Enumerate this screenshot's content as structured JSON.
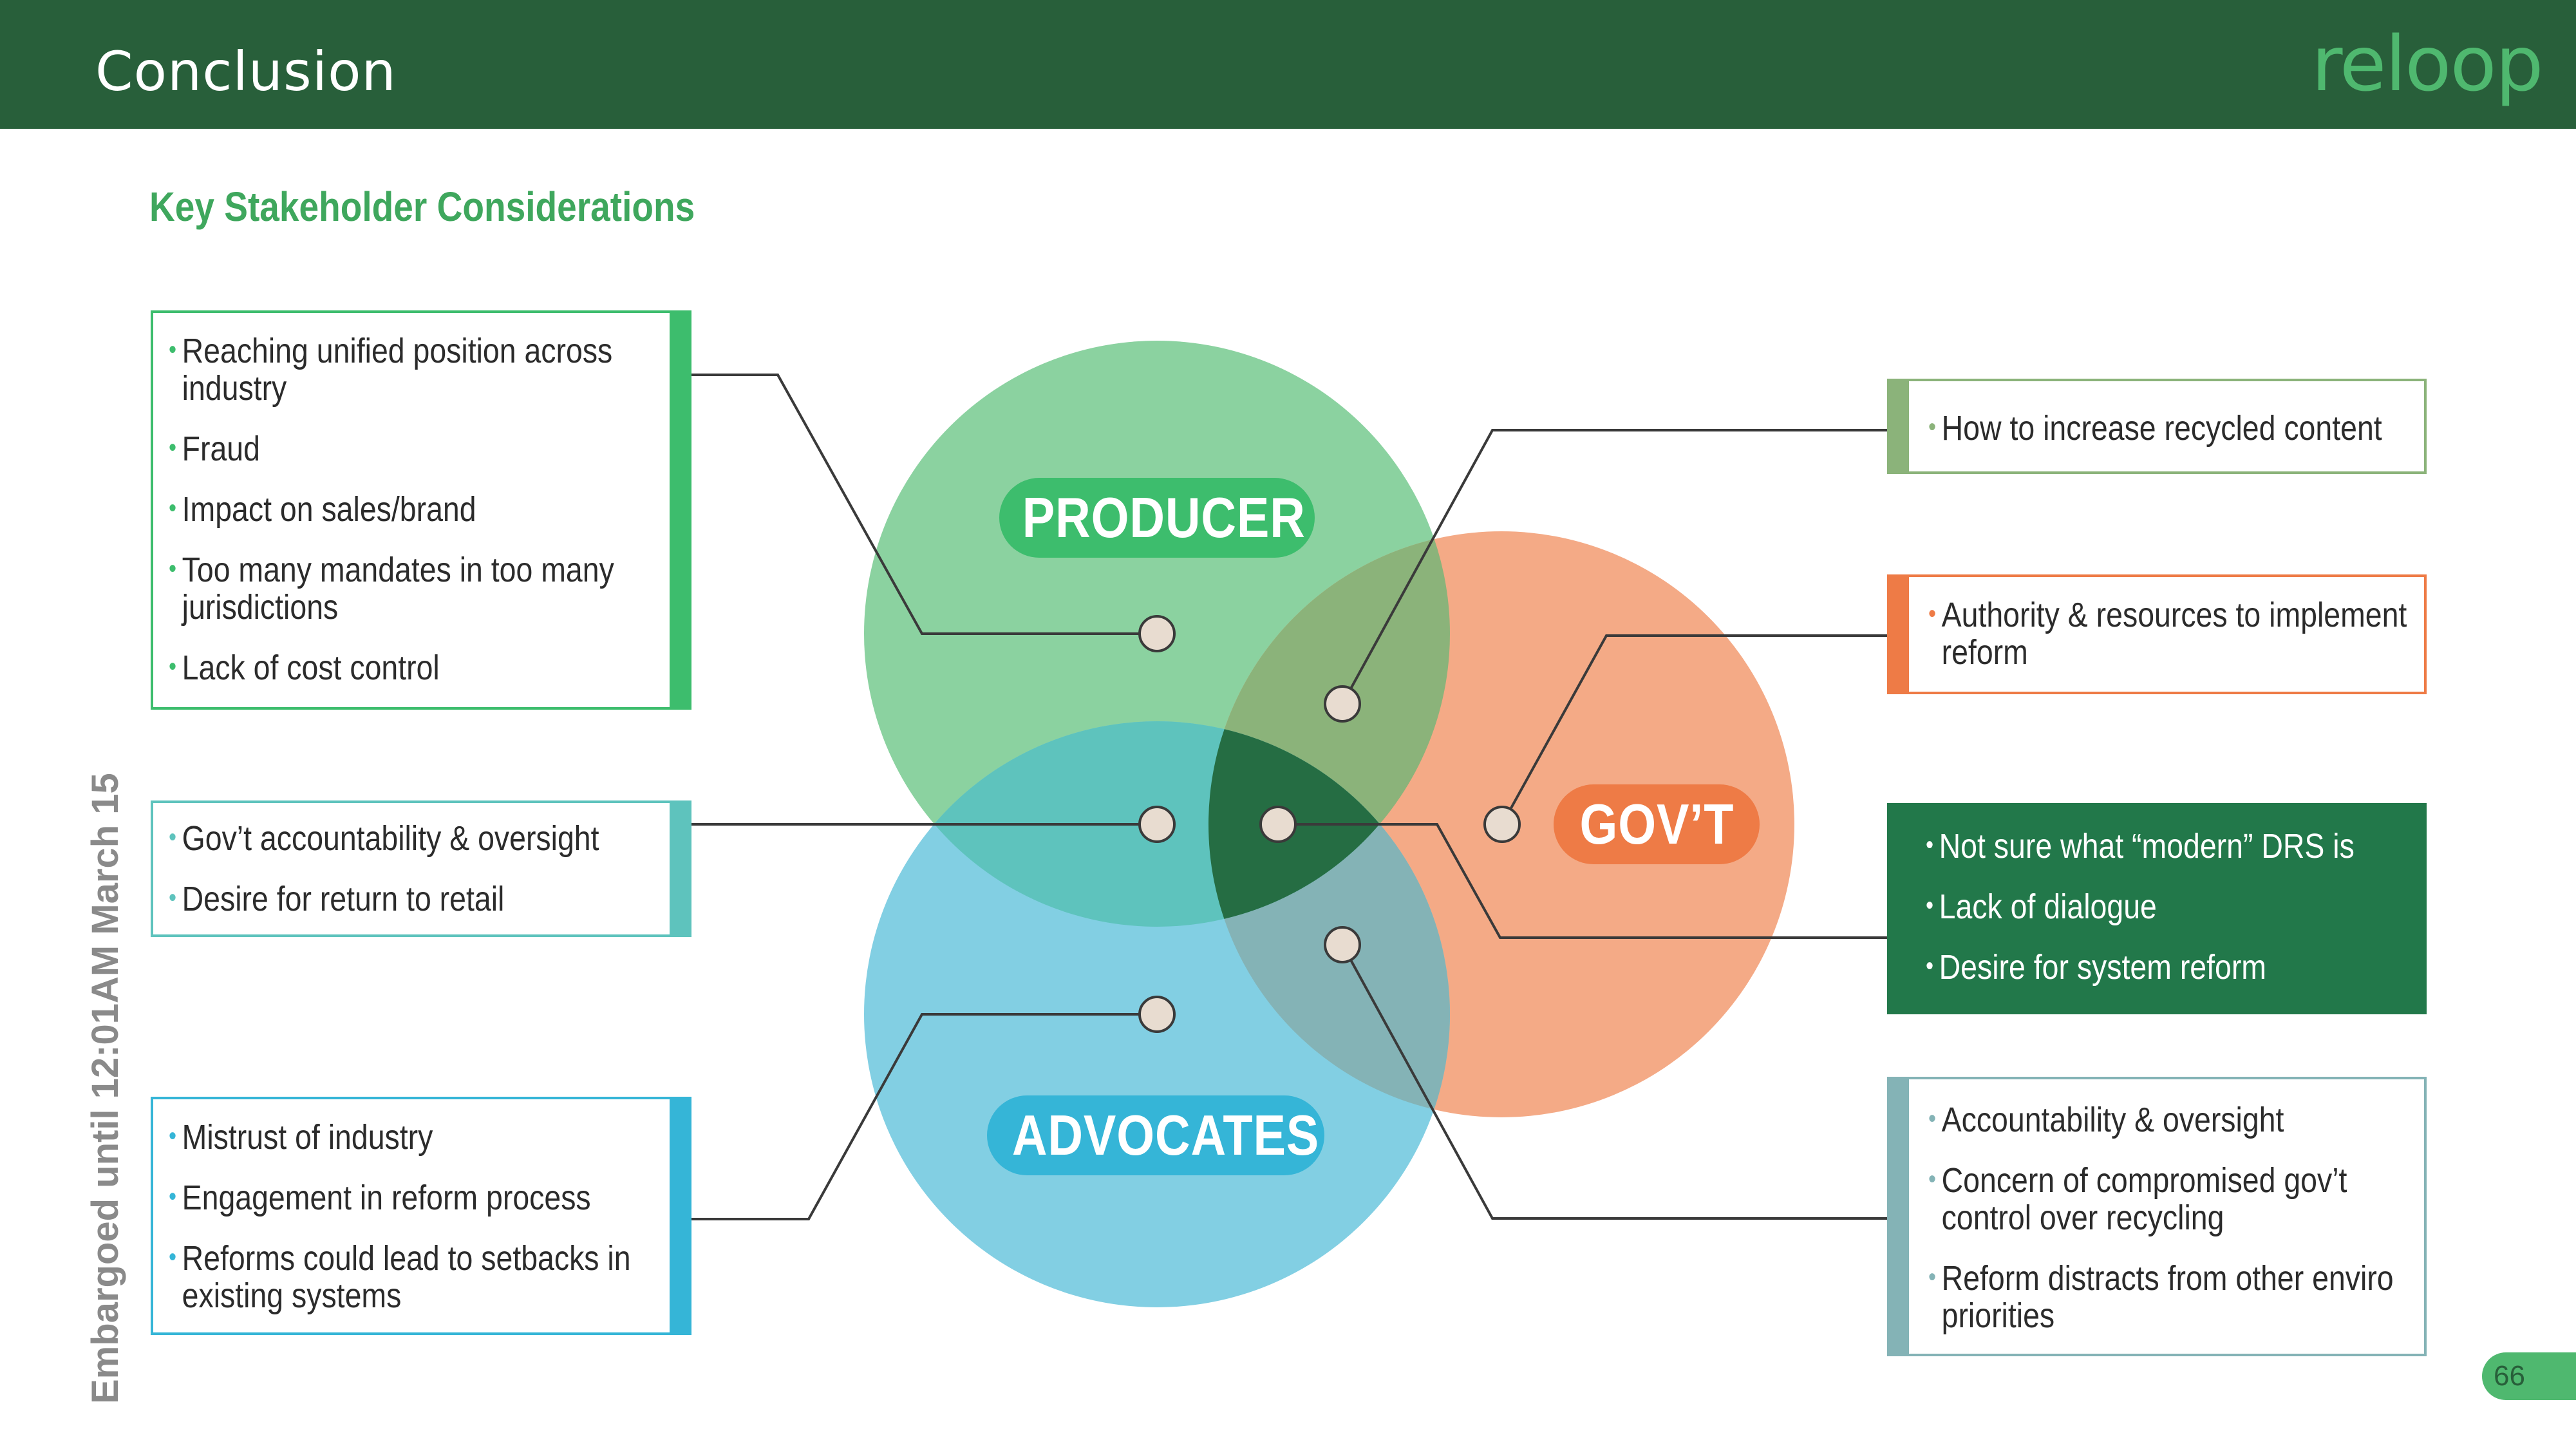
{
  "header": {
    "title": "Conclusion",
    "logo": "reloop"
  },
  "section_title": "Key Stakeholder Considerations",
  "circles": {
    "producer": {
      "label": "PRODUCER",
      "color": "#7dcf98",
      "pill_color": "#3fbf6e"
    },
    "govt": {
      "label": "GOV’T",
      "color": "#f4a07e",
      "pill_color": "#ee7b46"
    },
    "advocates": {
      "label": "ADVOCATES",
      "color": "#6cc9e0",
      "pill_color": "#33b3d6"
    }
  },
  "boxes": {
    "producer": {
      "items": [
        "Reaching unified position across industry",
        "Fraud",
        "Impact on sales/brand",
        "Too many mandates in too many jurisdictions",
        "Lack of cost control"
      ]
    },
    "producer_advocates": {
      "items": [
        "Gov’t accountability & oversight",
        "Desire for return to retail"
      ]
    },
    "advocates": {
      "items": [
        "Mistrust of industry",
        "Engagement in reform process",
        "Reforms could lead to setbacks in existing systems"
      ]
    },
    "producer_govt": {
      "items": [
        "How to increase recycled content"
      ]
    },
    "govt": {
      "items": [
        "Authority & resources to implement reform"
      ]
    },
    "all": {
      "items": [
        "Not sure what “modern” DRS is",
        "Lack of dialogue",
        "Desire for system reform"
      ]
    },
    "govt_advocates": {
      "items": [
        "Accountability & oversight",
        "Concern of compromised  gov’t control over recycling",
        "Reform distracts from other enviro priorities"
      ]
    }
  },
  "watermark": "Embargoed until 12:01AM March 15",
  "page_number": "66"
}
